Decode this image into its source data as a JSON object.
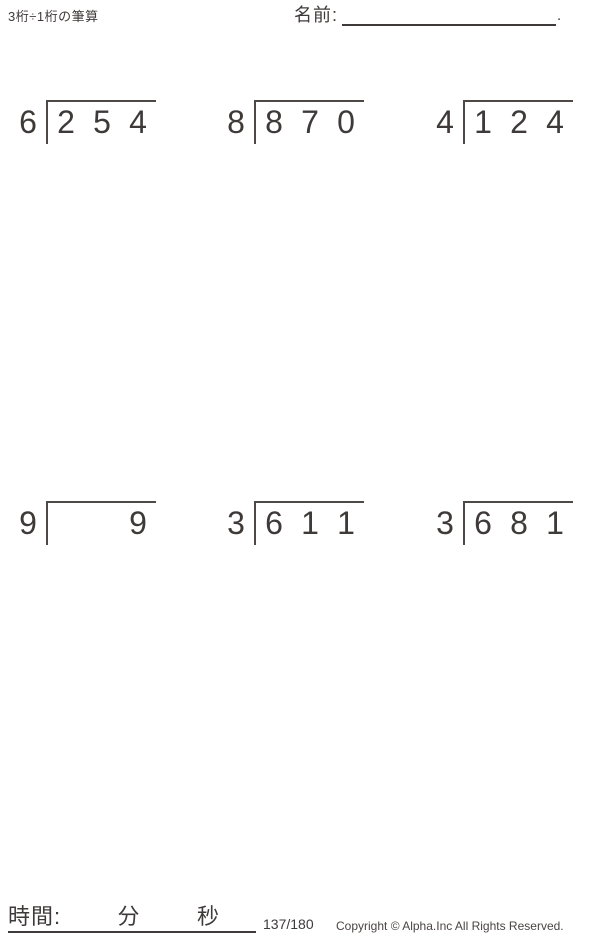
{
  "header": {
    "title": "3桁÷1桁の筆算",
    "name_label": "名前:",
    "name_value": "",
    "name_suffix": "."
  },
  "problems": [
    {
      "divisor": "6",
      "digits": [
        "2",
        "5",
        "4"
      ]
    },
    {
      "divisor": "8",
      "digits": [
        "8",
        "7",
        "0"
      ]
    },
    {
      "divisor": "4",
      "digits": [
        "1",
        "2",
        "4"
      ]
    },
    {
      "divisor": "9",
      "digits": [
        "",
        "",
        "9"
      ]
    },
    {
      "divisor": "3",
      "digits": [
        "6",
        "1",
        "1"
      ]
    },
    {
      "divisor": "3",
      "digits": [
        "6",
        "8",
        "1"
      ]
    }
  ],
  "footer": {
    "time_label": "時間:",
    "minutes_label": "分",
    "seconds_label": "秒",
    "page_number": "137/180",
    "copyright": "Copyright © Alpha.Inc All Rights Reserved."
  },
  "colors": {
    "ink": "#3e3a39",
    "bracket_line": "#4e4846",
    "background": "#ffffff"
  }
}
